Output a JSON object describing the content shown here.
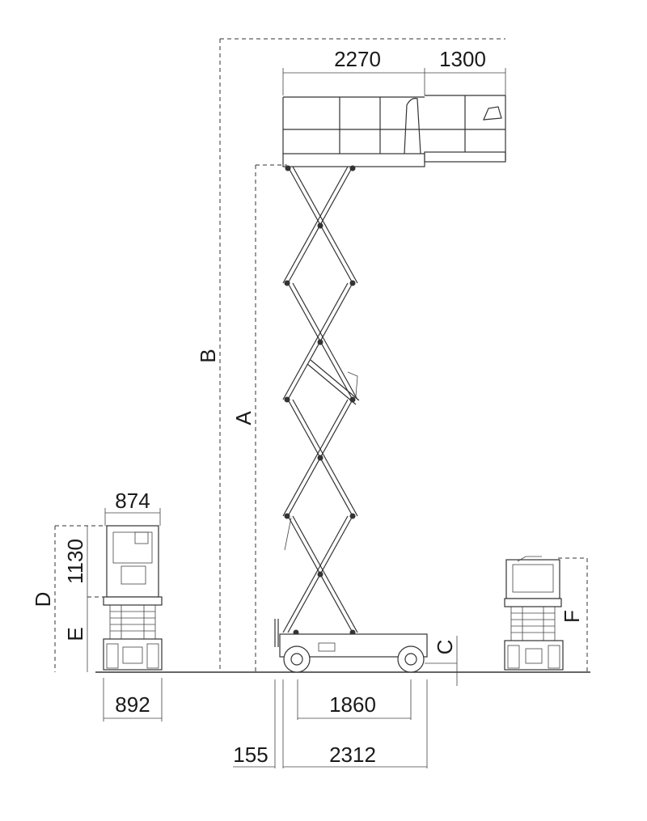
{
  "dimensions": {
    "platform_length": "2270",
    "extension_length": "1300",
    "platform_width": "874",
    "railing_height": "1130",
    "overall_width": "892",
    "wheelbase": "1860",
    "front_overhang": "155",
    "overall_length": "2312"
  },
  "letters": {
    "platform_height": "A",
    "working_height": "B",
    "ground_clearance": "C",
    "stowed_height": "D",
    "stowed_height_rails_folded": "E",
    "folded_height": "F"
  }
}
